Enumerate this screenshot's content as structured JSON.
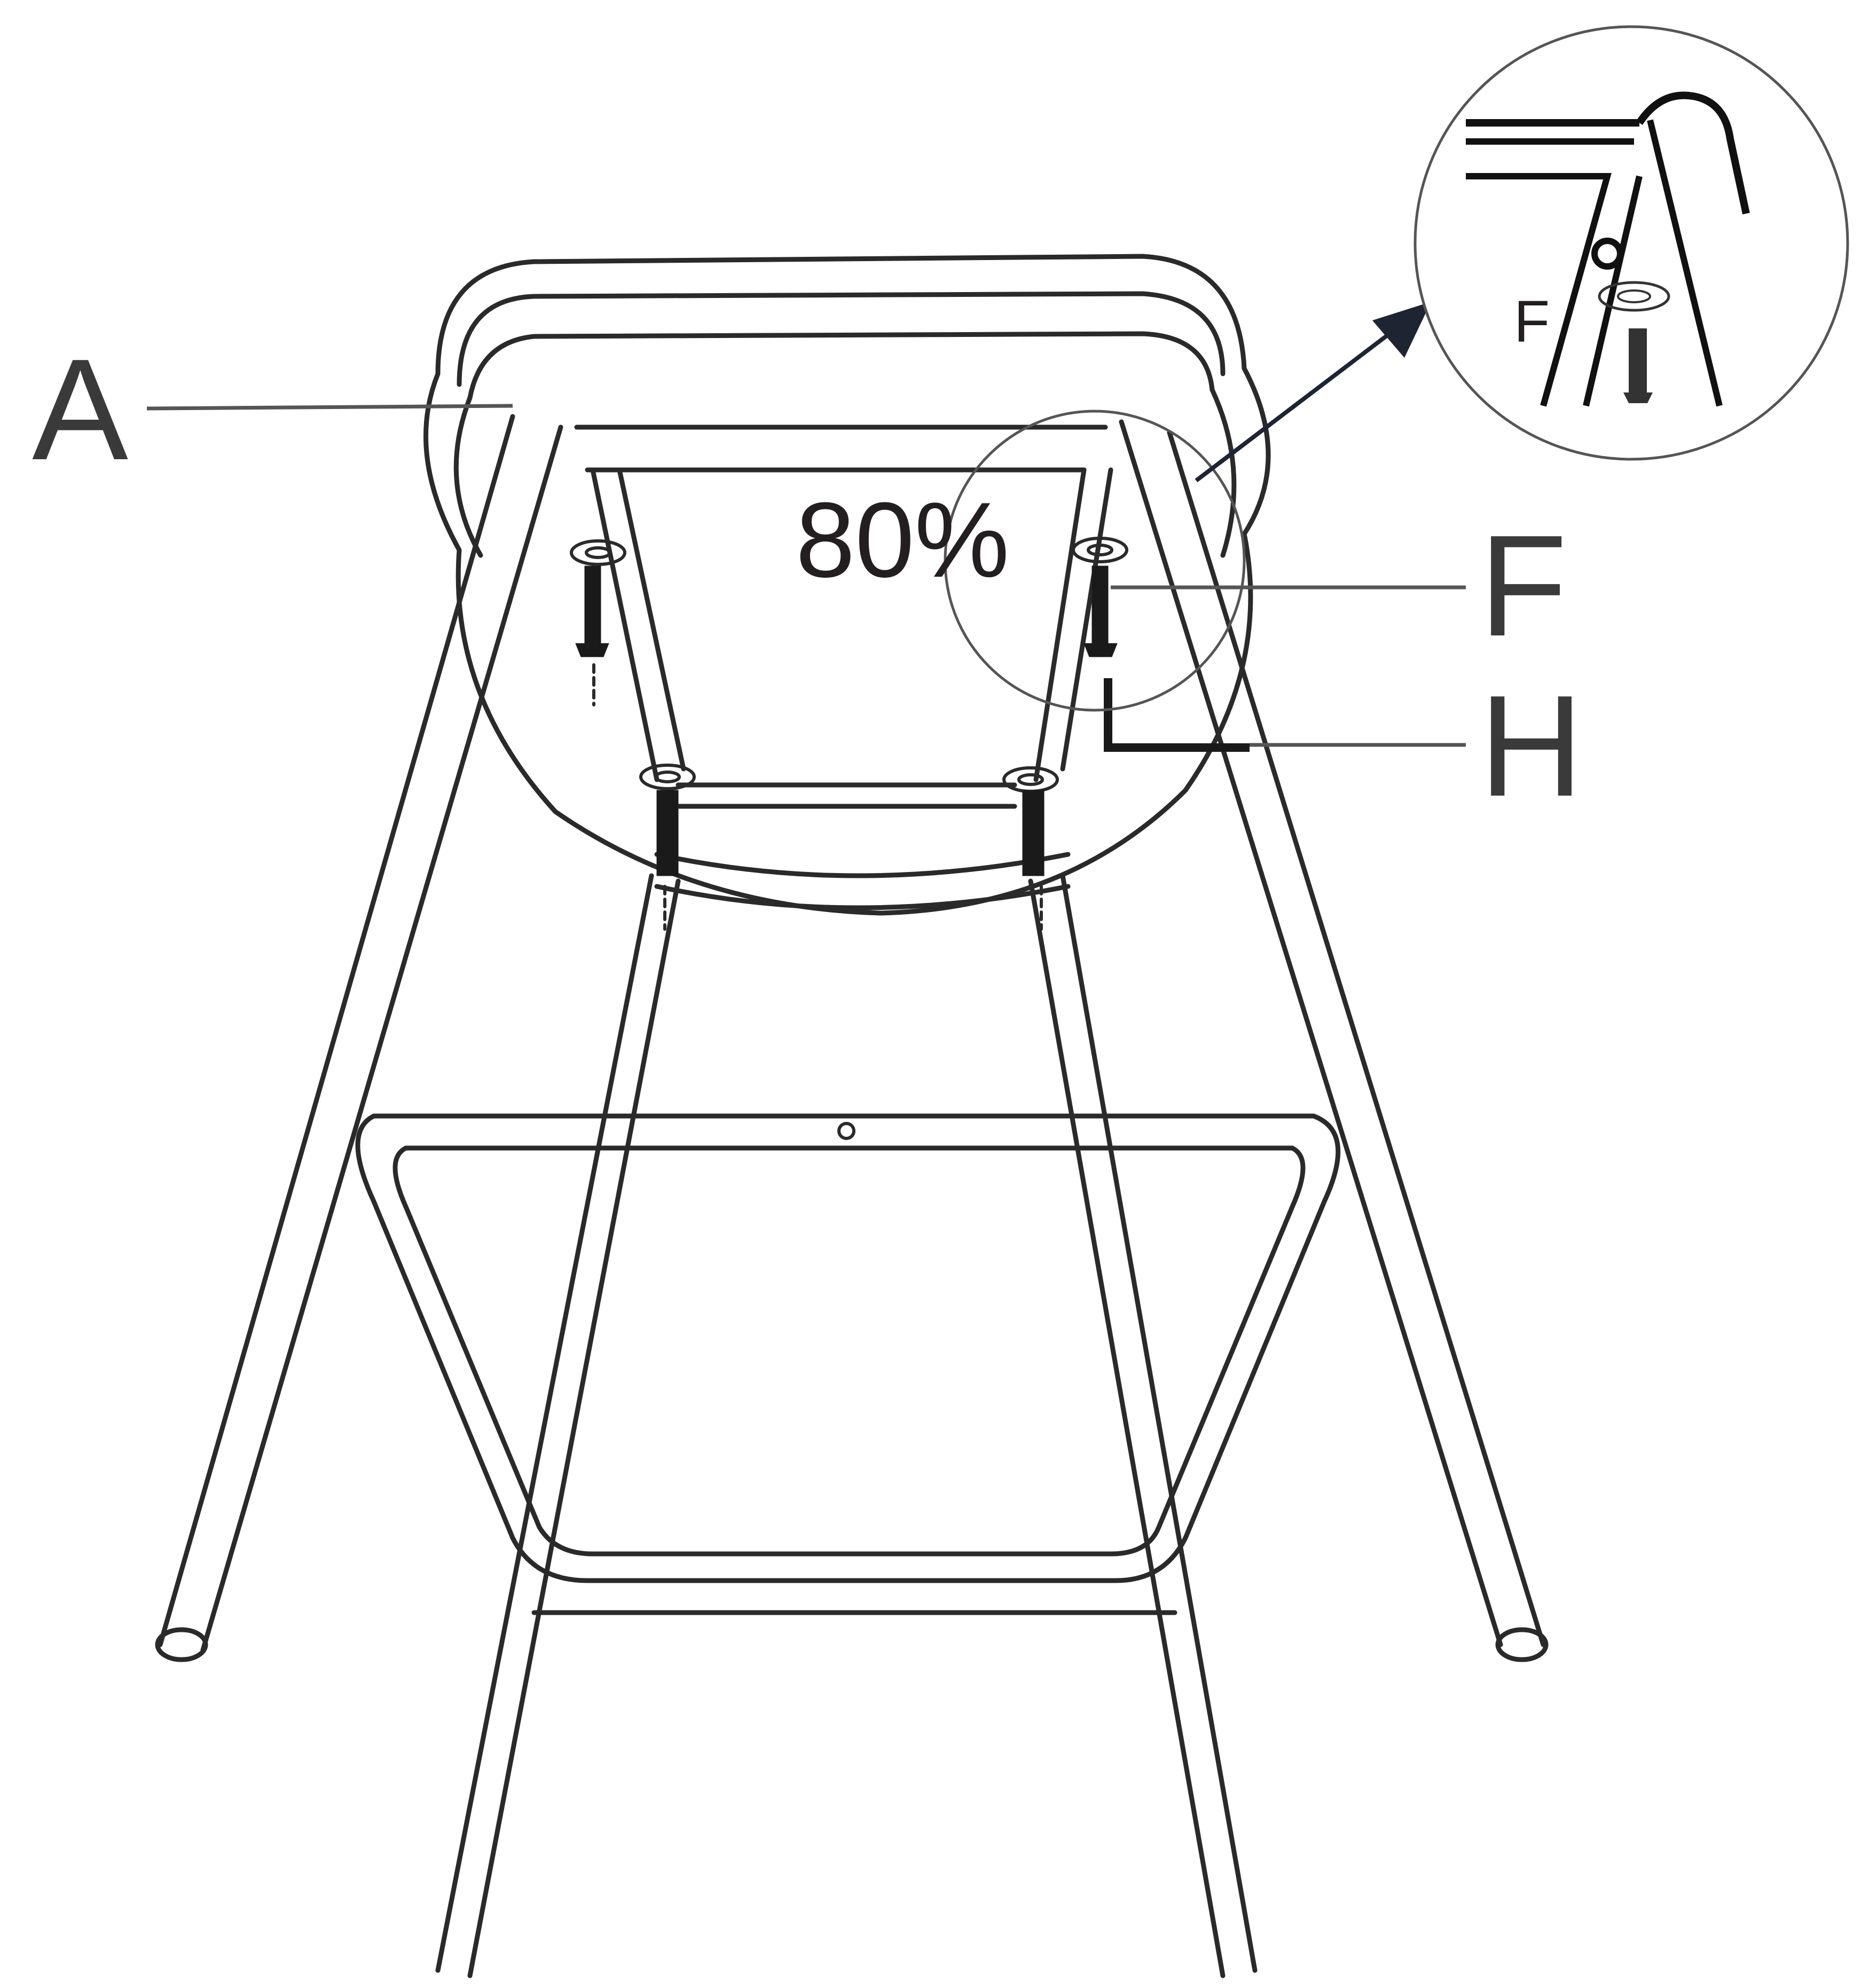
{
  "labels": {
    "part_a": "A",
    "part_f": "F",
    "part_h": "H",
    "tilt": "80%",
    "detail_part": "F"
  },
  "icons": {
    "detail_view": "magnifier-detail-icon",
    "arrow": "callout-arrow-icon",
    "bolt": "bolt-icon",
    "washer": "washer-icon",
    "allen_key": "allen-key-icon"
  },
  "colors": {
    "line": "#2a2a2a",
    "label": "#3a3a3a",
    "arrow": "#1f2433"
  }
}
